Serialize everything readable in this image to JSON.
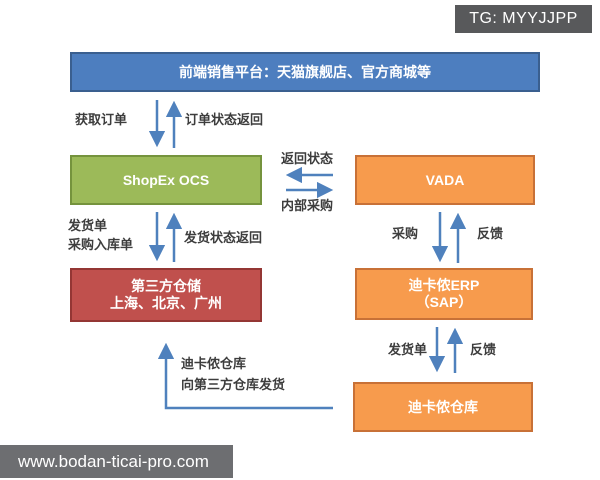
{
  "header": {
    "tg_badge": "TG: MYYJJPP"
  },
  "footer": {
    "watermark": "www.bodan-ticai-pro.com"
  },
  "diagram": {
    "nodes": {
      "platform": {
        "label": "前端销售平台：天猫旗舰店、官方商城等",
        "color": "#4d7ebf"
      },
      "shopex": {
        "label": "ShopEx OCS",
        "color": "#9cba59"
      },
      "vada": {
        "label": "VADA",
        "color": "#f79b4d"
      },
      "third_party_warehouse": {
        "line1": "第三方仓储",
        "line2": "上海、北京、广州",
        "color": "#c0504d"
      },
      "decathlon_erp": {
        "line1": "迪卡侬ERP",
        "line2": "（SAP）",
        "color": "#f79b4d"
      },
      "decathlon_warehouse": {
        "label": "迪卡侬仓库",
        "color": "#f79b4d"
      }
    },
    "edge_labels": {
      "get_order": "获取订单",
      "order_status_return": "订单状态返回",
      "return_status": "返回状态",
      "internal_purchase": "内部采购",
      "delivery_note": "发货单",
      "purchase_inbound_note": "采购入库单",
      "delivery_status_return": "发货状态返回",
      "purchase": "采购",
      "feedback_vada": "反馈",
      "delivery_note_erp": "发货单",
      "feedback_erp": "反馈",
      "ship_line1": "迪卡侬仓库",
      "ship_line2": "向第三方仓库发货"
    },
    "arrow_color": "#4f81bd"
  }
}
